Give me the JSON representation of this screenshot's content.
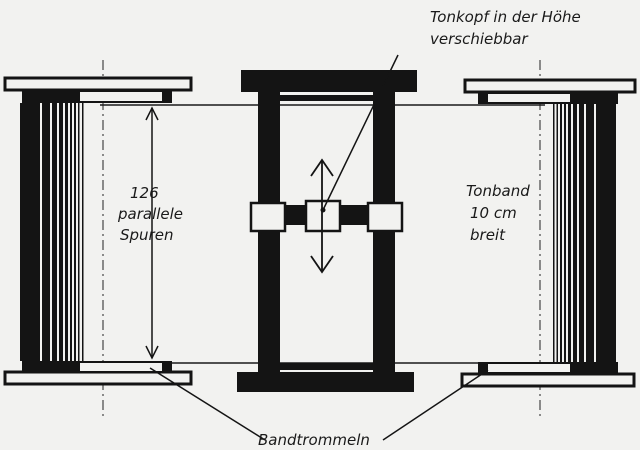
{
  "labels": {
    "tape_head": "Tonkopf in der Höhe",
    "tape_head_2": "verschiebbar",
    "tracks_1": "126",
    "tracks_2": "parallele",
    "tracks_3": "Spuren",
    "tape_1": "Tonband",
    "tape_2": "10 cm",
    "tape_3": "breit",
    "drums": "Bandtrommeln"
  },
  "colors": {
    "ink": "#141414",
    "paper": "#f2f2f0"
  }
}
